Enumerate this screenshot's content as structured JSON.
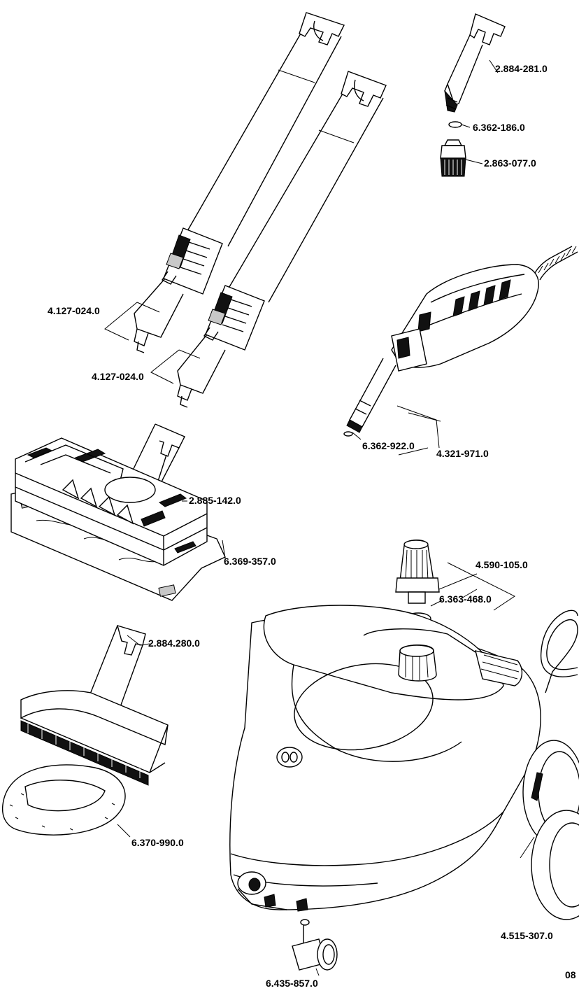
{
  "page_number": "08",
  "parts": [
    {
      "id": "handle_tip_nozzle",
      "number": "2.884-281.0"
    },
    {
      "id": "tip_o_ring",
      "number": "6.362-186.0"
    },
    {
      "id": "round_brush",
      "number": "2.863-077.0"
    },
    {
      "id": "extension_tube_a",
      "number": "4.127-024.0"
    },
    {
      "id": "extension_tube_b",
      "number": "4.127-024.0"
    },
    {
      "id": "hand_grip_o_ring",
      "number": "6.362-922.0"
    },
    {
      "id": "hand_grip",
      "number": "4.321-971.0"
    },
    {
      "id": "floor_nozzle",
      "number": "2.885-142.0"
    },
    {
      "id": "floor_cloth",
      "number": "6.369-357.0"
    },
    {
      "id": "safety_cap",
      "number": "4.590-105.0"
    },
    {
      "id": "cap_seal",
      "number": "6.363-468.0"
    },
    {
      "id": "hand_nozzle",
      "number": "2.884.280.0"
    },
    {
      "id": "terry_cover",
      "number": "6.370-990.0"
    },
    {
      "id": "rear_wheel",
      "number": "4.515-307.0"
    },
    {
      "id": "castor_wheel",
      "number": "6.435-857.0"
    }
  ]
}
